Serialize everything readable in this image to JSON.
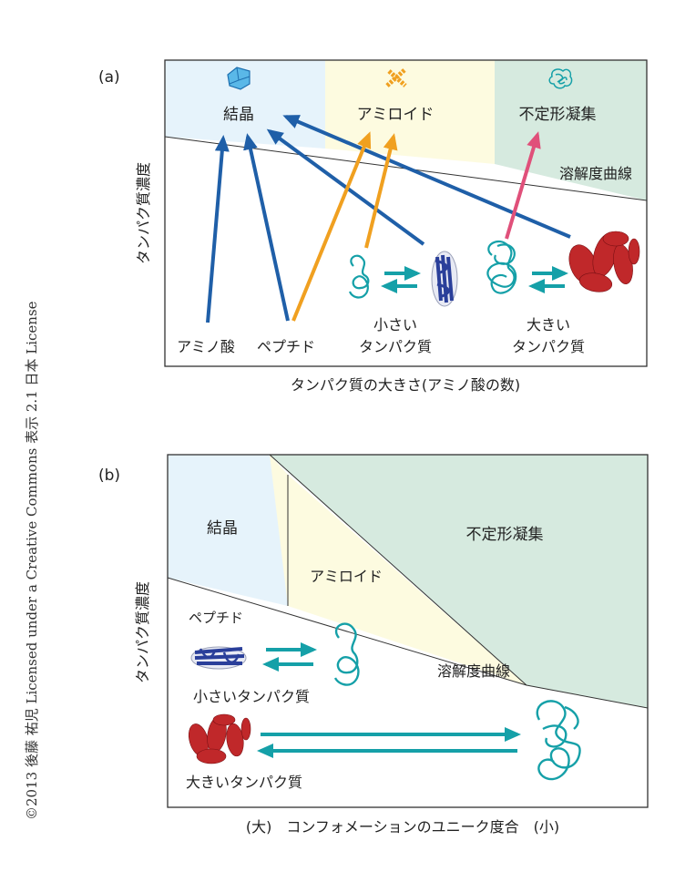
{
  "copyright": "©2013 後藤 祐児 Licensed under a Creative Commons 表示 2.1 日本 License",
  "panel_a": {
    "label": "(a)",
    "regions": {
      "crystal": "結晶",
      "amyloid": "アミロイド",
      "amorphous": "不定形凝集"
    },
    "solubility_curve": "溶解度曲線",
    "ylabel": "タンパク質濃度",
    "xlabel": "タンパク質の大きさ(アミノ酸の数)",
    "species": {
      "amino_acid": "アミノ酸",
      "peptide": "ペプチド",
      "small_protein": [
        "小さい",
        "タンパク質"
      ],
      "large_protein": [
        "大きい",
        "タンパク質"
      ]
    }
  },
  "panel_b": {
    "label": "(b)",
    "regions": {
      "crystal": "結晶",
      "amyloid": "アミロイド",
      "amorphous": "不定形凝集"
    },
    "solubility_curve": "溶解度曲線",
    "ylabel": "タンパク質濃度",
    "peptide": "ペプチド",
    "small_protein": "小さいタンパク質",
    "large_protein": "大きいタンパク質",
    "xlabel": "(大)　コンフォメーションのユニーク度合　(小)"
  },
  "colors": {
    "crystal_bg": "#e6f3fb",
    "amyloid_bg": "#fdfbe0",
    "amorphous_bg": "#d6eadf",
    "blue_arrow": "#1f5fa8",
    "orange_arrow": "#f0a020",
    "pink_arrow": "#e0507a",
    "teal": "#15a0a8",
    "small_protein": "#2a3f9a",
    "large_protein": "#c0282a"
  }
}
